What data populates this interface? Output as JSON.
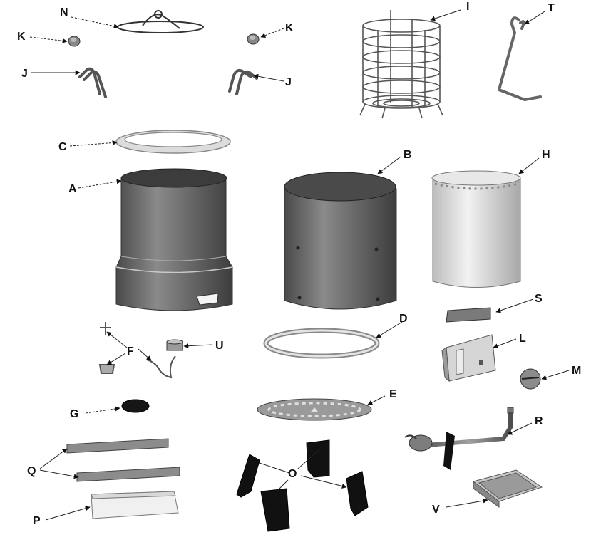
{
  "callouts": {
    "A": "A",
    "B": "B",
    "C": "C",
    "D": "D",
    "E": "E",
    "F": "F",
    "G": "G",
    "H": "H",
    "I": "I",
    "J": "J",
    "K": "K",
    "L": "L",
    "M": "M",
    "N": "N",
    "O": "O",
    "P": "P",
    "Q": "Q",
    "R": "R",
    "S": "S",
    "T": "T",
    "U": "U",
    "V": "V"
  }
}
